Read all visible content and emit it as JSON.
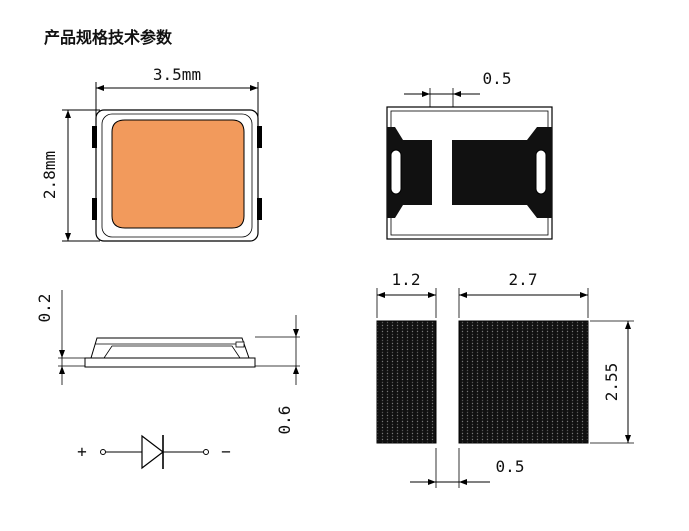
{
  "title": "产品规格技术参数",
  "labels": {
    "top_width": "3.5mm",
    "top_height": "2.8mm",
    "bottom_gap": "0.5",
    "side_top": "0.2",
    "side_bottom": "0.6",
    "pad_left_width": "1.2",
    "pad_right_width": "2.7",
    "pad_height": "2.55",
    "pad_gap": "0.5",
    "plus": "+",
    "minus": "−"
  },
  "colors": {
    "led": "#f29a5c",
    "black": "#000000",
    "pad": "#1a1a1a"
  }
}
